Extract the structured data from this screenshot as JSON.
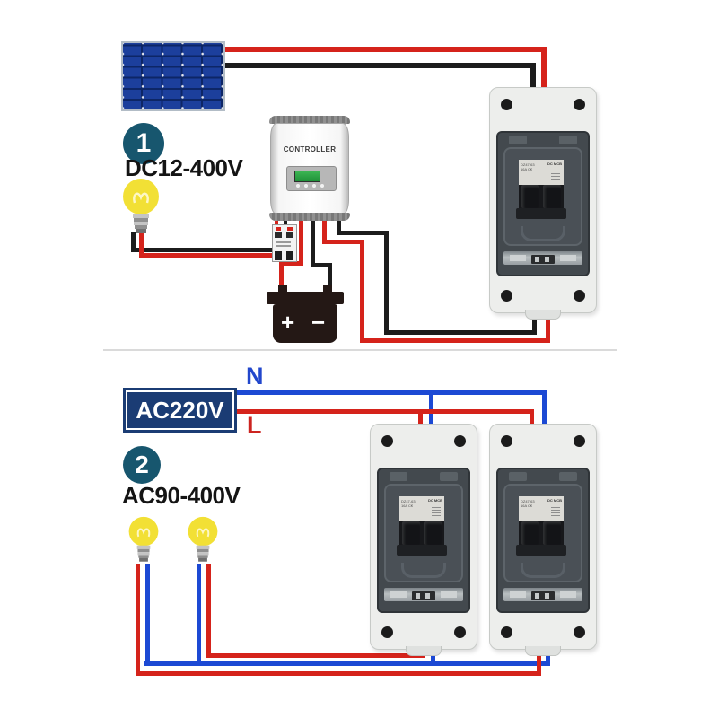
{
  "colors": {
    "wire-red": "#d5231b",
    "wire-black": "#1c1c1c",
    "wire-blue": "#1c49d4",
    "panel-blue": "#1c3f9c",
    "panel-grid": "#0d2666",
    "panel-frame": "#b2bcc6",
    "badge-teal": "#17566e",
    "navy": "#1b3c74",
    "n-blue": "#2247cc",
    "l-red": "#cc2420",
    "bulb-yellow": "#f2e035",
    "battery-black": "#241815",
    "enclosure-grey": "#edeeec",
    "window-smoke": "#43494e",
    "lcd-green": "#3cb553",
    "divider-grey": "#dadada"
  },
  "section1": {
    "badge": "1",
    "title": "DC12-400V"
  },
  "section2": {
    "badge": "2",
    "title": "AC90-400V",
    "source_label": "AC220V",
    "neutral_label": "N",
    "live_label": "L"
  },
  "controller": {
    "label": "CONTROLLER"
  },
  "battery": {
    "positive": "+",
    "negative": "−"
  },
  "breaker": {
    "model": "DZ47-63",
    "rating": "16A C€",
    "type": "DC MCB"
  }
}
